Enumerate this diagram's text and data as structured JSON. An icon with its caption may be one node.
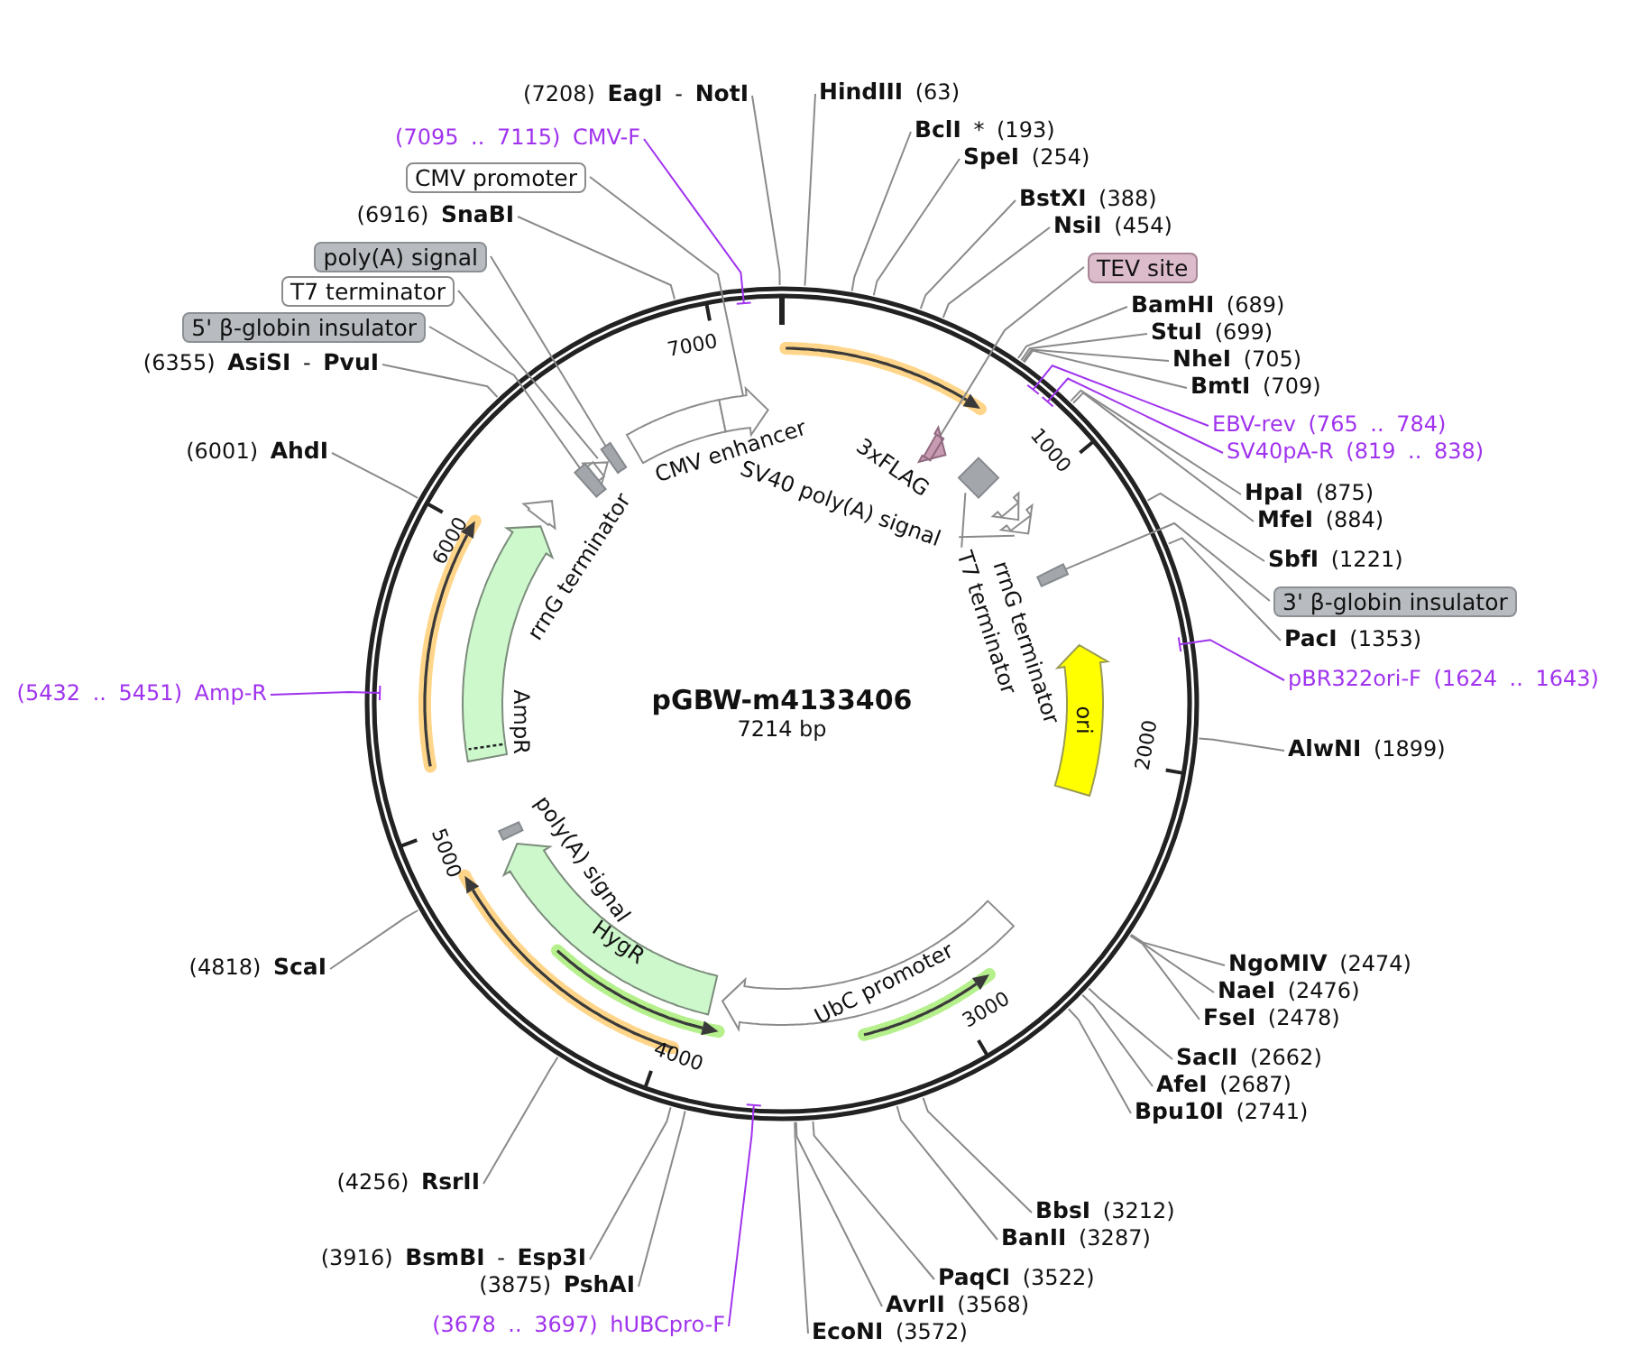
{
  "diagram": {
    "title": "pGBW-m4133406",
    "nodes": [
      {
        "text": [
          "**HindIII** (63)"
        ]
      },
      {
        "text": [
          "**BclI** * (193)"
        ]
      },
      {
        "text": [
          "**SpeI** (254)"
        ]
      },
      {
        "text": [
          "**BstXI** (388)"
        ]
      },
      {
        "text": [
          "**NsiI** (454)"
        ]
      },
      {
        "text": [
          "TEV site"
        ]
      },
      {
        "text": [
          "**BamHI** (689)"
        ]
      },
      {
        "text": [
          "**StuI** (699)"
        ]
      },
      {
        "text": [
          "**NheI** (705)"
        ]
      },
      {
        "text": [
          "**BmtI** (709)"
        ]
      },
      {
        "text": [
          "EBV-rev (765 .. 784)"
        ]
      },
      {
        "text": [
          "SV40pA-R (819 .. 838)"
        ]
      },
      {
        "text": [
          "**HpaI** (875)"
        ]
      },
      {
        "text": [
          "**MfeI** (884)"
        ]
      },
      {
        "text": [
          "**SbfI** (1221)"
        ]
      },
      {
        "text": [
          "3' β-globin insulator"
        ]
      },
      {
        "text": [
          "**PacI** (1353)"
        ]
      },
      {
        "text": [
          "pBR322ori-F (1624 .. 1643)"
        ]
      },
      {
        "text": [
          "**AlwNI** (1899)"
        ]
      },
      {
        "text": [
          "**NgoMIV** (2474)"
        ]
      },
      {
        "text": [
          "**NaeI** (2476)"
        ]
      },
      {
        "text": [
          "**FseI** (2478)"
        ]
      },
      {
        "text": [
          "**SacII** (2662)"
        ]
      },
      {
        "text": [
          "**AfeI** (2687)"
        ]
      },
      {
        "text": [
          "**Bpu10I** (2741)"
        ]
      },
      {
        "text": [
          "**BbsI** (3212)"
        ]
      },
      {
        "text": [
          "**BanII** (3287)"
        ]
      },
      {
        "text": [
          "**PaqCI** (3522)"
        ]
      },
      {
        "text": [
          "**AvrII** (3568)"
        ]
      },
      {
        "text": [
          "**EcoNI** (3572)"
        ]
      },
      {
        "text": [
          "(3678 .. 3697) hUBCpro-F"
        ]
      },
      {
        "text": [
          "(3875) **PshAI**"
        ]
      },
      {
        "text": [
          "(3916) **BsmBI** - **Esp3I**"
        ]
      },
      {
        "text": [
          "(4256) **RsrII**"
        ]
      },
      {
        "text": [
          "(4818) **ScaI**"
        ]
      },
      {
        "text": [
          "(5432 .. 5451) Amp-R"
        ]
      },
      {
        "text": [
          "(6001) **AhdI**"
        ]
      },
      {
        "text": [
          "(6355) **AsiSI** - **PvuI**"
        ]
      },
      {
        "text": [
          "5' β-globin insulator"
        ]
      },
      {
        "text": [
          "T7 terminator"
        ]
      },
      {
        "text": [
          "poly(A) signal"
        ]
      },
      {
        "text": [
          "(6916) **SnaBI**"
        ]
      },
      {
        "text": [
          "CMV promoter"
        ]
      },
      {
        "text": [
          "(7095 .. 7115) CMV-F"
        ]
      },
      {
        "text": [
          "(7208) **EagI** - **NotI**"
        ]
      },
      {
        "text": [
          "CMV enhancer"
        ]
      },
      {
        "text": [],
        "shape": "arrow"
      },
      {
        "text": [],
        "shape": "box"
      },
      {
        "text": [],
        "shape": "arrow"
      },
      {
        "text": [],
        "shape": "box"
      },
      {
        "text": [],
        "shape": "box"
      },
      {
        "text": [
          "3xFLAG"
        ]
      },
      {
        "text": [
          "SV40 poly(A) signal"
        ]
      },
      {
        "text": [],
        "shape": "diamond"
      },
      {
        "text": [
          "rrnG terminator"
        ]
      },
      {
        "text": [
          "T7 terminator"
        ]
      },
      {
        "text": [],
        "shape": "arrow"
      },
      {
        "text": [],
        "shape": "box"
      },
      {
        "text": [
          "ori"
        ]
      },
      {
        "text": [
          "UbC promoter"
        ]
      },
      {
        "text": [
          "HygR"
        ]
      },
      {
        "text": [
          "poly(A) signal"
        ]
      },
      {
        "text": [
          "AmpR"
        ]
      },
      {
        "text": [
          "rrnG terminator"
        ]
      }
    ],
    "edges": [
      {
        "from": 0,
        "to": null,
        "arrow": "none"
      },
      {
        "from": 1,
        "to": null,
        "arrow": "none"
      },
      {
        "from": 2,
        "to": null,
        "arrow": "none"
      },
      {
        "from": 3,
        "to": null,
        "arrow": "none"
      },
      {
        "from": 4,
        "to": null,
        "arrow": "none"
      },
      {
        "from": 5,
        "to": 50,
        "arrow": "none"
      },
      {
        "from": 6,
        "to": null,
        "arrow": "none"
      },
      {
        "from": 7,
        "to": null,
        "arrow": "none"
      },
      {
        "from": 8,
        "to": null,
        "arrow": "none"
      },
      {
        "from": 9,
        "to": null,
        "arrow": "none"
      },
      {
        "from": 10,
        "to": null,
        "arrow": "none",
        "color": "#a033ee"
      },
      {
        "from": 11,
        "to": null,
        "arrow": "none",
        "color": "#a033ee"
      },
      {
        "from": 12,
        "to": null,
        "arrow": "none"
      },
      {
        "from": 13,
        "to": null,
        "arrow": "none"
      },
      {
        "from": 14,
        "to": null,
        "arrow": "none"
      },
      {
        "from": 15,
        "to": 57,
        "arrow": "none"
      },
      {
        "from": 16,
        "to": null,
        "arrow": "none"
      },
      {
        "from": 17,
        "to": null,
        "arrow": "none",
        "color": "#a033ee"
      },
      {
        "from": 18,
        "to": null,
        "arrow": "none"
      },
      {
        "from": 19,
        "to": null,
        "arrow": "none"
      },
      {
        "from": 20,
        "to": null,
        "arrow": "none"
      },
      {
        "from": 21,
        "to": null,
        "arrow": "none"
      },
      {
        "from": 22,
        "to": null,
        "arrow": "none"
      },
      {
        "from": 23,
        "to": null,
        "arrow": "none"
      },
      {
        "from": 24,
        "to": null,
        "arrow": "none"
      },
      {
        "from": 25,
        "to": null,
        "arrow": "none"
      },
      {
        "from": 26,
        "to": null,
        "arrow": "none"
      },
      {
        "from": 27,
        "to": null,
        "arrow": "none"
      },
      {
        "from": 28,
        "to": null,
        "arrow": "none"
      },
      {
        "from": 29,
        "to": null,
        "arrow": "none"
      },
      {
        "from": 30,
        "to": null,
        "arrow": "none",
        "color": "#a033ee"
      },
      {
        "from": 31,
        "to": null,
        "arrow": "none"
      },
      {
        "from": 32,
        "to": null,
        "arrow": "none"
      },
      {
        "from": 33,
        "to": null,
        "arrow": "none"
      },
      {
        "from": 34,
        "to": null,
        "arrow": "none"
      },
      {
        "from": 35,
        "to": null,
        "arrow": "none",
        "color": "#a033ee"
      },
      {
        "from": 36,
        "to": null,
        "arrow": "none"
      },
      {
        "from": 37,
        "to": null,
        "arrow": "none"
      },
      {
        "from": 38,
        "to": 49,
        "arrow": "none"
      },
      {
        "from": 39,
        "to": 48,
        "arrow": "none"
      },
      {
        "from": 40,
        "to": 47,
        "arrow": "none"
      },
      {
        "from": 41,
        "to": null,
        "arrow": "none"
      },
      {
        "from": 42,
        "to": 46,
        "arrow": "none"
      },
      {
        "from": 43,
        "to": null,
        "arrow": "none",
        "color": "#a033ee"
      },
      {
        "from": 44,
        "to": null,
        "arrow": "none"
      },
      {
        "from": 52,
        "to": 53,
        "arrow": "none"
      },
      {
        "from": 55,
        "to": 56,
        "arrow": "none"
      }
    ],
    "labels": [
      "7214 bp",
      "1000",
      "2000",
      "3000",
      "4000",
      "5000",
      "6000",
      "7000"
    ]
  }
}
